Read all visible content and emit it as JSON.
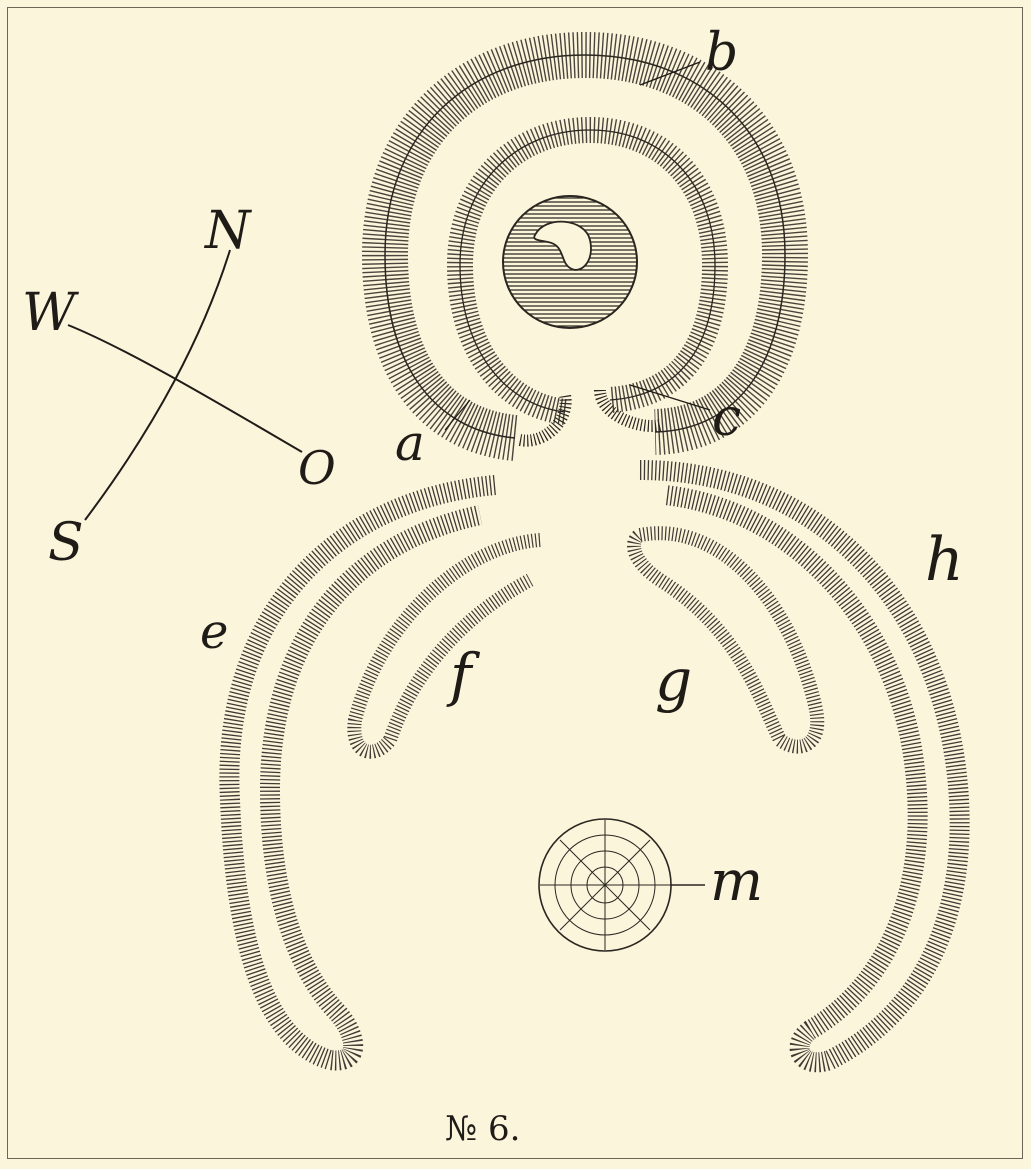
{
  "figure": {
    "caption": "№ 6.",
    "colors": {
      "paper": "#fbf5dc",
      "ink": "#1f1c18",
      "frame": "#6b6656"
    }
  },
  "compass": {
    "north": "N",
    "south": "S",
    "west": "W",
    "east": "O"
  },
  "labels": {
    "a": "a",
    "b": "b",
    "c": "c",
    "e": "e",
    "f": "f",
    "g": "g",
    "h": "h",
    "m": "m"
  }
}
